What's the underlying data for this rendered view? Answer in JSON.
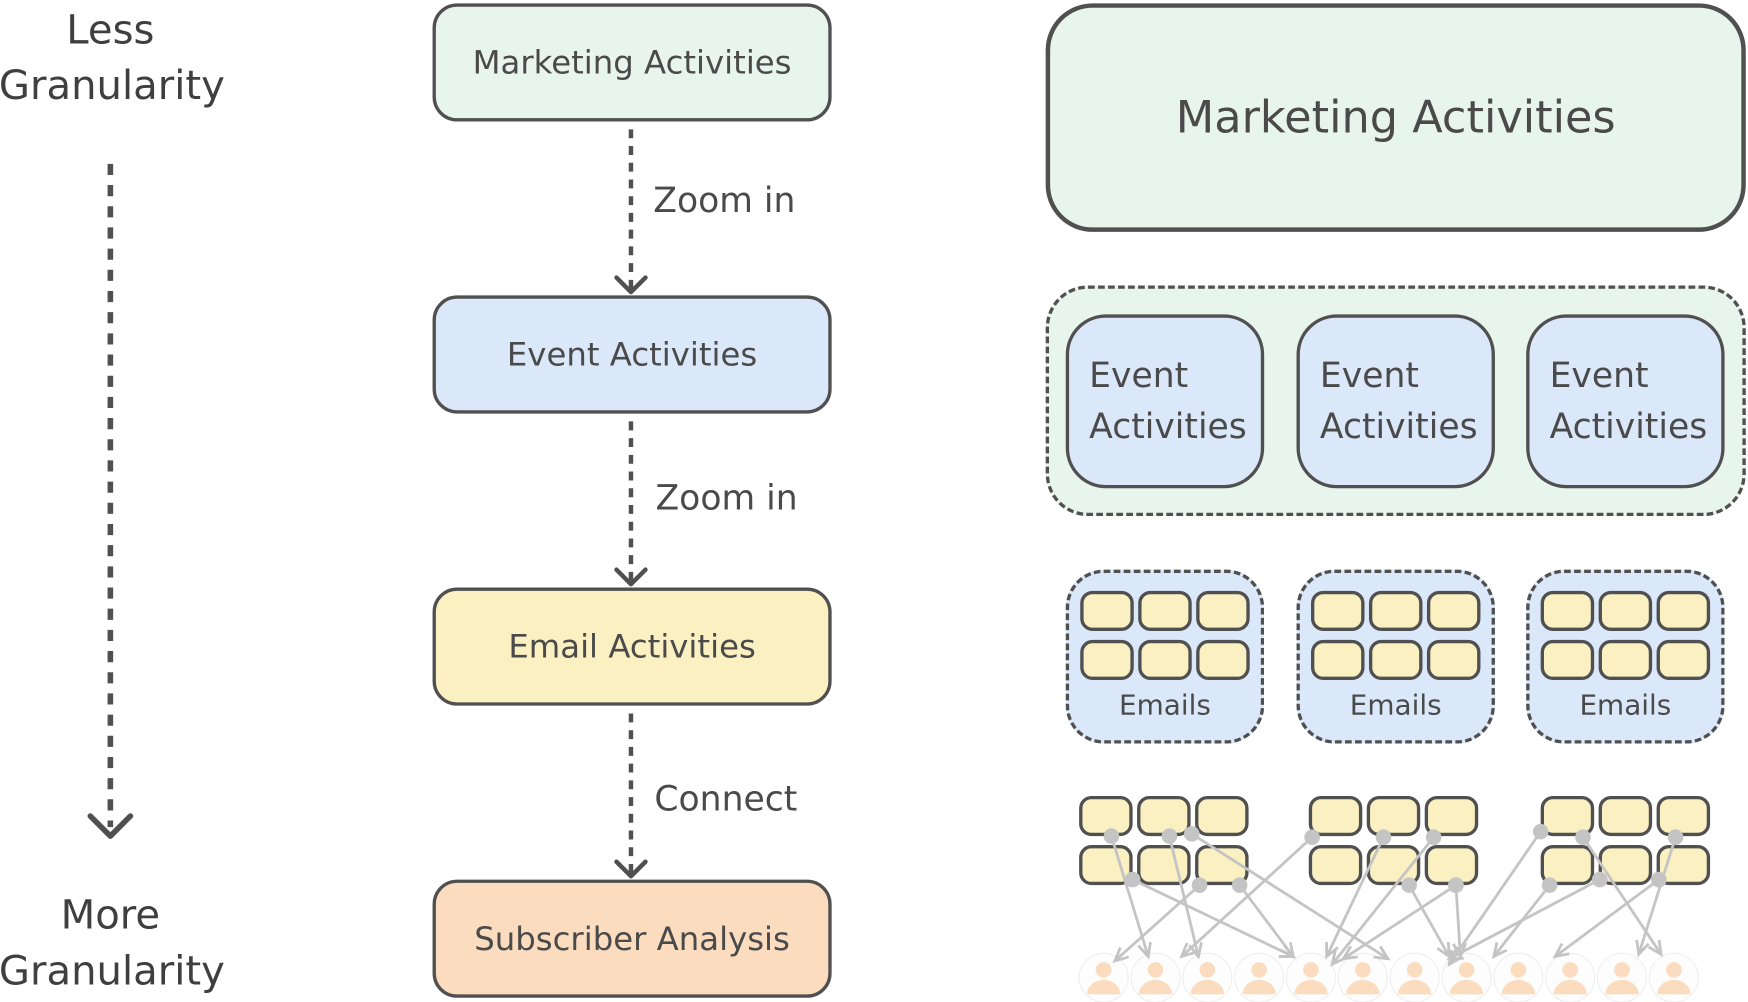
{
  "left_axis": {
    "top_label": [
      "Less",
      "Granularity"
    ],
    "bottom_label": [
      "More",
      "Granularity"
    ]
  },
  "flow": {
    "steps": [
      {
        "label": "Marketing Activities",
        "color": "#e8f5ec"
      },
      {
        "label": "Event Activities",
        "color": "#dae8fa"
      },
      {
        "label": "Email Activities",
        "color": "#faf0c2"
      },
      {
        "label": "Subscriber Analysis",
        "color": "#fbdcbf"
      }
    ],
    "connectors": [
      "Zoom in",
      "Zoom in",
      "Connect"
    ]
  },
  "right_panel": {
    "marketing_label": "Marketing Activities",
    "event_boxes": [
      {
        "line1": "Event",
        "line2": "Activities"
      },
      {
        "line1": "Event",
        "line2": "Activities"
      },
      {
        "line1": "Event",
        "line2": "Activities"
      }
    ],
    "email_groups": [
      {
        "label": "Emails",
        "cell_count": 6
      },
      {
        "label": "Emails",
        "cell_count": 6
      },
      {
        "label": "Emails",
        "cell_count": 6
      }
    ],
    "subscriber_count": 12,
    "colors": {
      "green_fill": "#e8f5ec",
      "blue_fill": "#dae8fa",
      "yellow_fill": "#faf0c2",
      "person_fill": "#fbdcbf",
      "stroke": "#505050",
      "link_gray": "#c4c4c4"
    }
  }
}
